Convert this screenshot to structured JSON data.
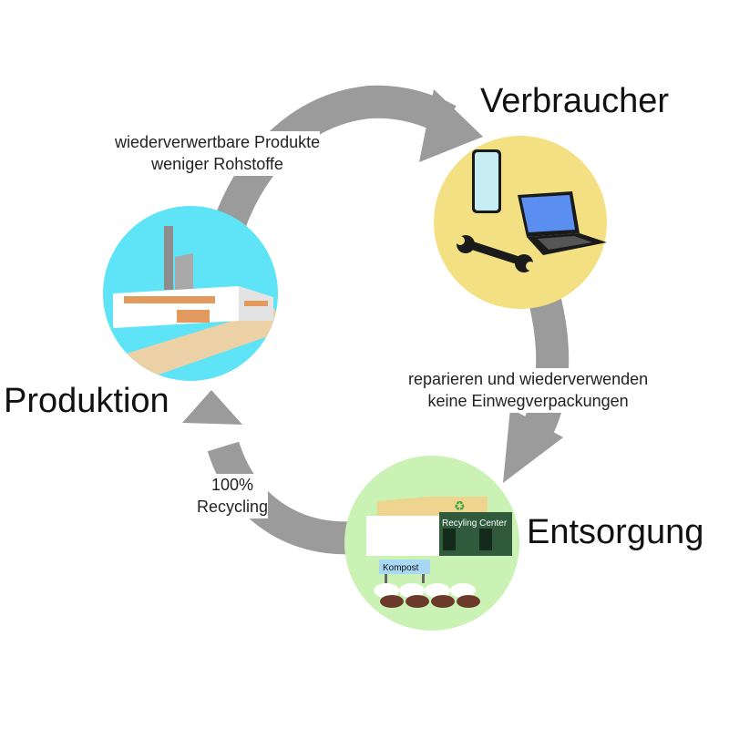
{
  "nodes": {
    "verbraucher": {
      "title": "Verbraucher",
      "color": "#f3e083"
    },
    "entsorgung": {
      "title": "Entsorgung",
      "color": "#c9f2b4",
      "building_sign": "Recyling Center",
      "kompost_sign": "Kompost"
    },
    "produktion": {
      "title": "Produktion",
      "color": "#5fe3f6"
    }
  },
  "edges": {
    "produktion_to_verbraucher": {
      "line1": "wiederverwertbare Produkte",
      "line2": "weniger Rohstoffe"
    },
    "verbraucher_to_entsorgung": {
      "line1": "reparieren und wiederverwenden",
      "line2": "keine Einwegverpackungen"
    },
    "entsorgung_to_produktion": {
      "line1": "100%",
      "line2": "Recycling"
    }
  },
  "colors": {
    "arrow": "#9b9b9b",
    "laptop_screen": "#5a8ef0",
    "phone_screen": "#c7eef2"
  },
  "icons": [
    "smartphone-icon",
    "laptop-icon",
    "wrench-icon",
    "recycling-icon"
  ]
}
